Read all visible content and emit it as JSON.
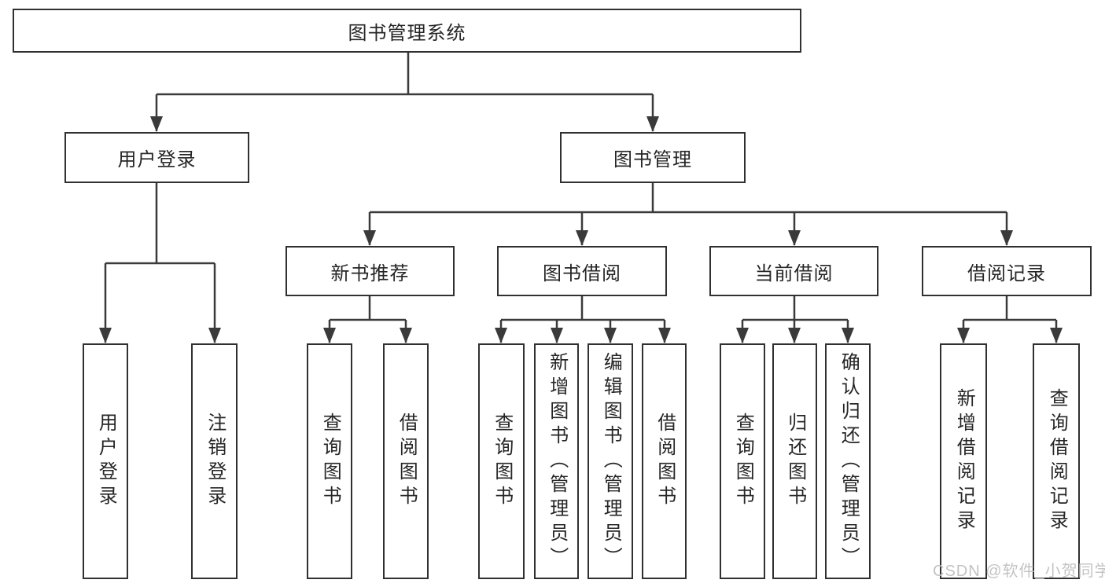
{
  "diagram": {
    "root": "图书管理系统",
    "branches": [
      {
        "label": "用户登录",
        "children": [
          {
            "label": "用户登录"
          },
          {
            "label": "注销登录"
          }
        ]
      },
      {
        "label": "图书管理",
        "children": [
          {
            "label": "新书推荐",
            "children": [
              {
                "label": "查询图书"
              },
              {
                "label": "借阅图书"
              }
            ]
          },
          {
            "label": "图书借阅",
            "children": [
              {
                "label": "查询图书"
              },
              {
                "label": "新增图书（管理员）"
              },
              {
                "label": "编辑图书（管理员）"
              },
              {
                "label": "借阅图书"
              }
            ]
          },
          {
            "label": "当前借阅",
            "children": [
              {
                "label": "查询图书"
              },
              {
                "label": "归还图书"
              },
              {
                "label": "确认归还（管理员）"
              }
            ]
          },
          {
            "label": "借阅记录",
            "children": [
              {
                "label": "新增借阅记录"
              },
              {
                "label": "查询借阅记录"
              }
            ]
          }
        ]
      }
    ]
  },
  "watermark": "CSDN @软件_小贺同学",
  "colors": {
    "line": "#3a3a3a",
    "box_border": "#303030",
    "text": "#262626",
    "background": "#ffffff",
    "watermark": "#c3c3c3"
  }
}
